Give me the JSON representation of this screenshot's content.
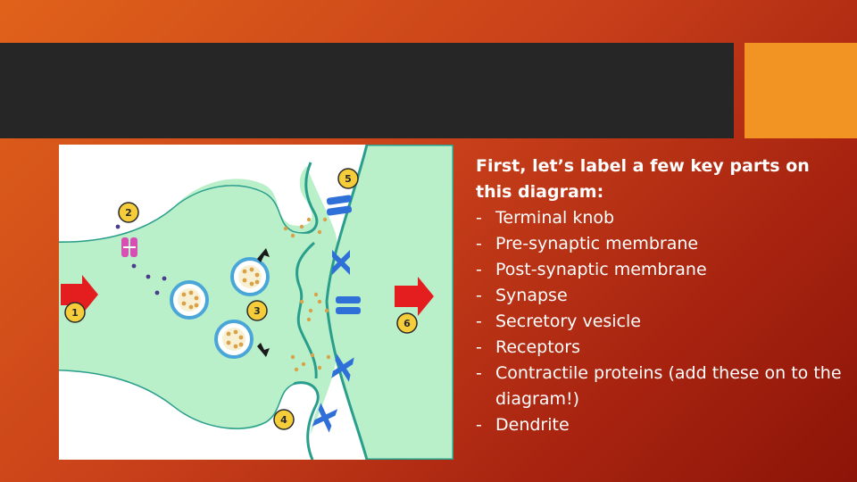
{
  "slide": {
    "heading": "First, let’s label a few key parts on this diagram:",
    "bullet_marker": "-",
    "bullets": [
      "Terminal knob",
      "Pre-synaptic membrane",
      "Post-synaptic membrane",
      "Synapse",
      "Secretory vesicle",
      "Receptors",
      "Contractile proteins (add these on to the diagram!)",
      "Dendrite"
    ]
  },
  "diagram": {
    "markers": [
      "1",
      "2",
      "3",
      "4",
      "5",
      "6"
    ]
  },
  "colors": {
    "title_bar": "#262626",
    "accent_block": "#f29424",
    "cell_fill": "#b9efc9",
    "membrane": "#2a9e8c",
    "arrow": "#e41e1e",
    "receptor": "#2f6fd8",
    "marker_fill": "#f5cc3a"
  }
}
